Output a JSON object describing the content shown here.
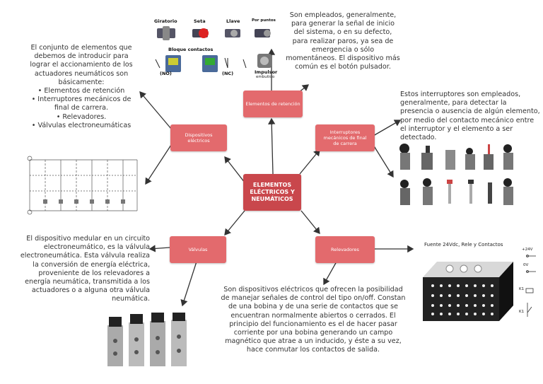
{
  "center": "ELEMENTOS ELÉCTRICOS Y NEUMÁTICOS",
  "nodes": {
    "retencion": "Elementos de retención",
    "dispositivos": "Dispositivos eléctricos",
    "interruptores": "Interruptores mecánicos de final de carrera",
    "valvulas": "Válvulas",
    "relevadores": "Relevadores"
  },
  "texts": {
    "retencion": "Son empleados, generalmente, para generar la señal de inicio del sistema, o en su defecto, para realizar paros, ya sea de emergencia o sólo momentáneos. El dispositivo más común es el botón pulsador.",
    "dispositivos_lines": [
      "El conjunto de elementos que",
      "debemos de introducir para",
      "lograr el accionamiento de los",
      "actuadores neumáticos son",
      "básicamente:",
      "• Elementos de retención",
      "• Interruptores mecánicos de",
      "final de carrera.",
      "• Relevadores.",
      "• Válvulas electroneumáticas"
    ],
    "interruptores": "Estos interruptores son empleados, generalmente, para detectar la presencia o ausencia de algún elemento, por medio del contacto mecánico entre el interruptor y el elemento a ser detectado.",
    "valvulas": "El dispositivo medular en un circuito electroneumático, es la válvula electroneumática. Esta válvula realiza la conversión de energía eléctrica, proveniente de los relevadores a energía neumática, transmitida a los actuadores o a alguna otra válvula neumática.",
    "relevadores": "Son dispositivos eléctricos que ofrecen la posibilidad de manejar señales de control del tipo on/off. Constan de una bobina y de una serie de contactos que se encuentran normalmente abiertos o cerrados. El principio del funcionamiento es el de hacer pasar corriente por una bobina generando un campo magnético que atrae a un inducido, y éste a su vez, hace conmutar los contactos de salida."
  },
  "button_labels": {
    "giratorio": "Giratorio",
    "seta": "Seta",
    "llave": "Llave",
    "por_puntos": "Por puntos",
    "bloque": "Bloque contactos",
    "no": "(NO)",
    "nc": "(NC)",
    "impulsor": "Impulsor",
    "embutido": "embutido"
  },
  "relay_box": {
    "title": "Fuente 24Vdc, Rele y Contactos",
    "v24": "+24V",
    "v0": "0V",
    "k1": "K1",
    "k1b": "K1"
  },
  "colors": {
    "node": "#e36a6d",
    "center": "#c9474c",
    "line": "#333333"
  }
}
